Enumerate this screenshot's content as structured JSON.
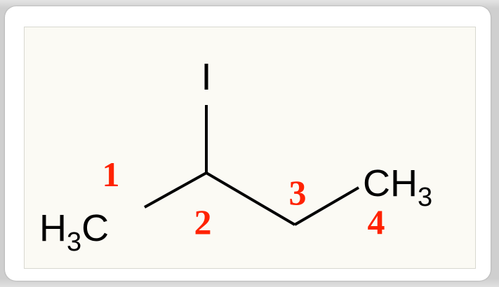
{
  "atoms": {
    "iodine": "I",
    "c1": {
      "main": "H",
      "sub": "3",
      "tail": "C"
    },
    "c4": {
      "main": "CH",
      "sub": "3"
    }
  },
  "locants": [
    "1",
    "2",
    "3",
    "4"
  ],
  "colors": {
    "locant": "#ff2200",
    "bond": "#000000",
    "panel": "#fbfaf4"
  }
}
